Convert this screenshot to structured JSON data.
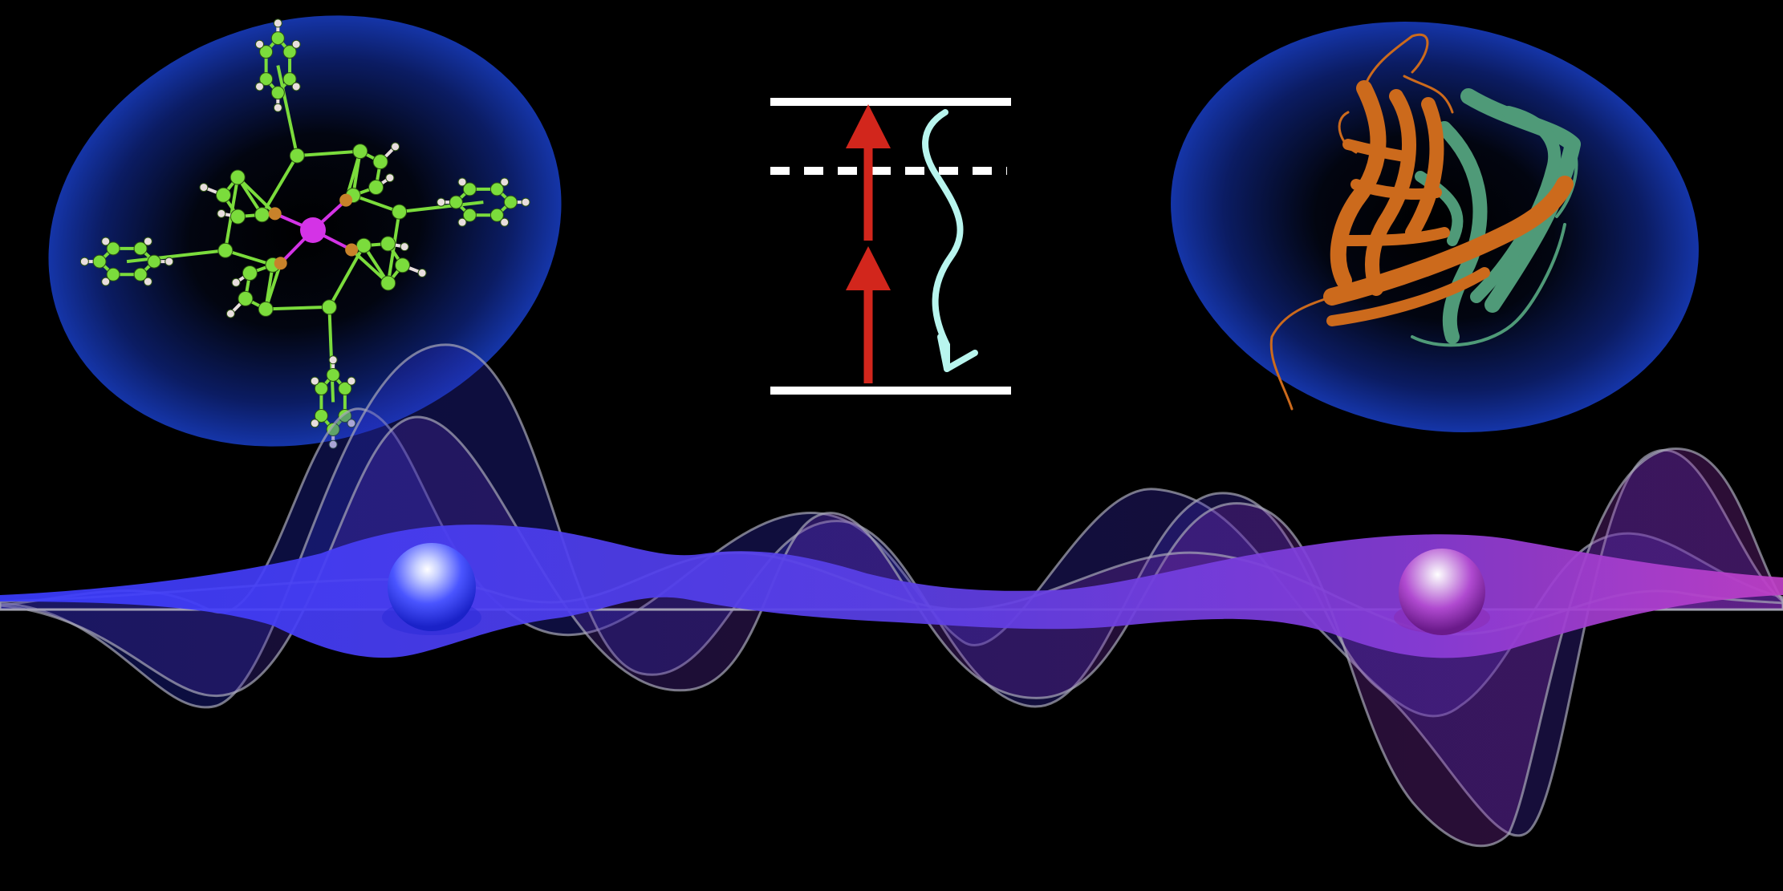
{
  "colors": {
    "background": "#000000",
    "halo": "#1535a8",
    "porphyrin_carbon": "#7bdc3c",
    "porphyrin_nitrogen": "#c8822a",
    "porphyrin_hydrogen": "#e8dede",
    "porphyrin_metal": "#d433e6",
    "protein_orange": "#cc6a1c",
    "protein_green": "#4f9a78",
    "energy_level": "#ffffff",
    "excitation_arrow": "#d2261c",
    "emission_arrow": "#b8f5ee",
    "ribbon_left": "#3a3cff",
    "ribbon_right": "#b03cd0",
    "sphere_left": "#3a48ff",
    "sphere_right": "#b03ad4"
  },
  "diagram": {
    "levels": [
      "ground",
      "virtual",
      "excited"
    ],
    "excitation_photons": 2,
    "emission": "wavy-down"
  },
  "icons": [
    "porphyrin-molecule-icon",
    "fluorescent-protein-icon",
    "energy-level-diagram",
    "left-particle-sphere",
    "right-particle-sphere"
  ]
}
